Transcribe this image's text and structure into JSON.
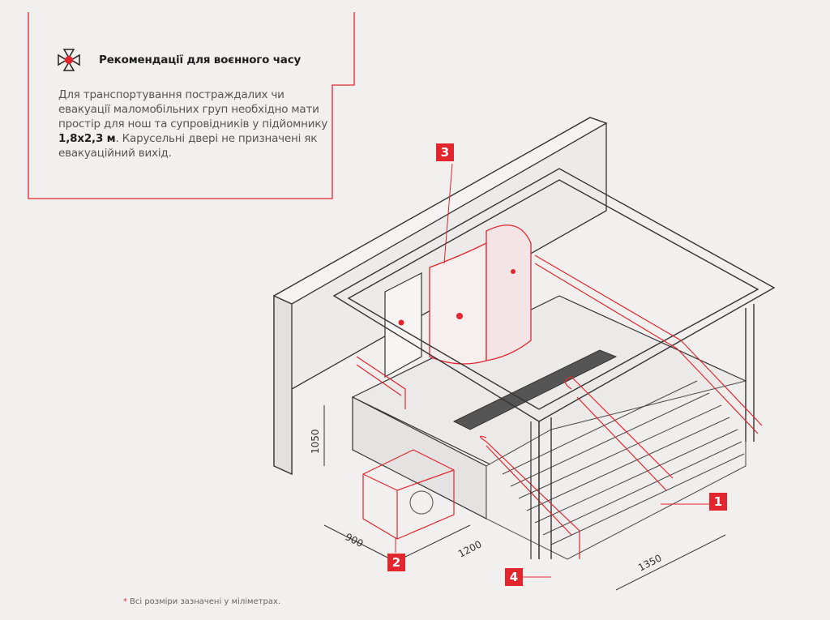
{
  "card": {
    "title": "Рекомендації для воєнного часу",
    "text_before": "Для транспортування постраждалих чи евакуації маломобільних груп необхідно мати простір для нош та супровідників у підйомнику ",
    "text_bold": "1,8x2,3 м",
    "text_after": ". Карусельні двері не призначені як евакуаційний вихід.",
    "icon": "military-cross-icon"
  },
  "markers": [
    "1",
    "2",
    "3",
    "4"
  ],
  "dimensions": {
    "height": "1050",
    "lift_width": "900",
    "lift_depth": "1200",
    "stair_width": "1350"
  },
  "footnote": {
    "star": "*",
    "text": "Всі розміри зазначені у міліметрах."
  },
  "colors": {
    "accent": "#e3262e",
    "background": "#f1f0ef",
    "line": "#333333"
  }
}
